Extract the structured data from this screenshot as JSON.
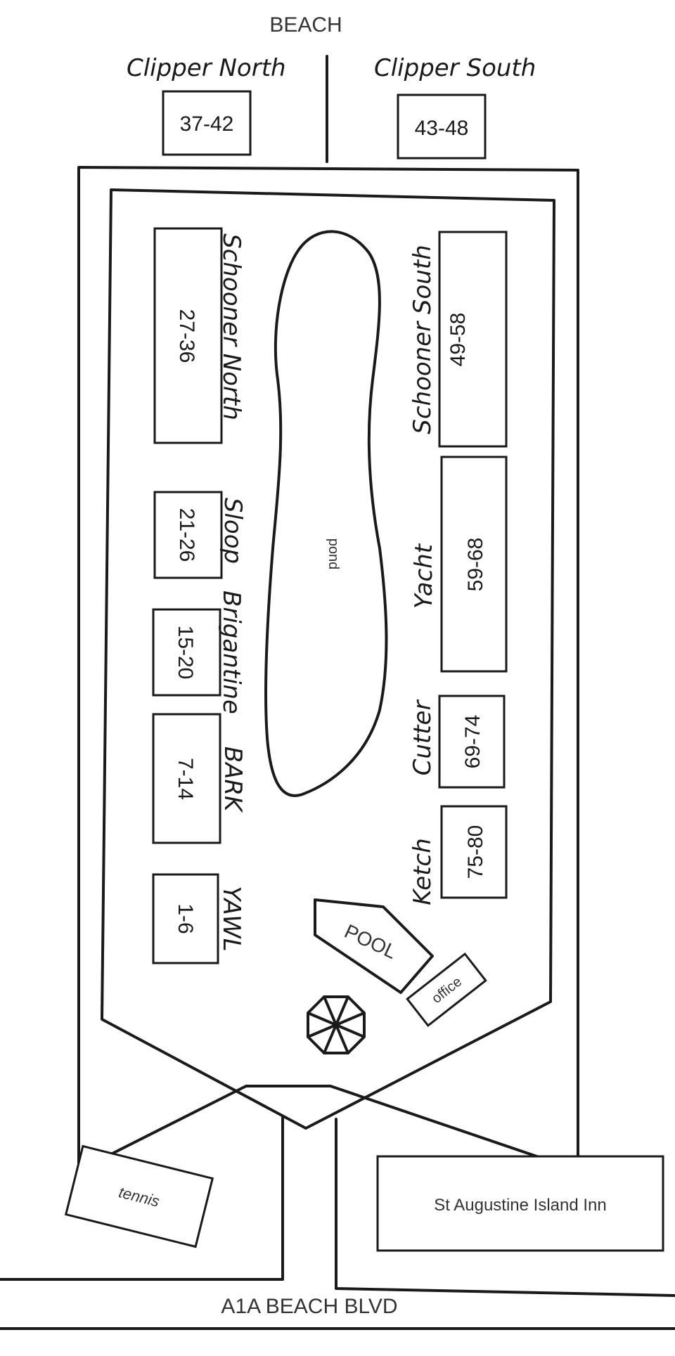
{
  "top_label": "BEACH",
  "bottom_label": "A1A BEACH BLVD",
  "buildings": {
    "clipper_north": {
      "name": "Clipper North",
      "units": "37-42"
    },
    "clipper_south": {
      "name": "Clipper South",
      "units": "43-48"
    },
    "schooner_north": {
      "name": "Schooner North",
      "units": "27-36"
    },
    "schooner_south": {
      "name": "Schooner South",
      "units": "49-58"
    },
    "sloop": {
      "name": "Sloop",
      "units": "21-26"
    },
    "brigantine": {
      "name": "Brigantine",
      "units": "15-20"
    },
    "bark": {
      "name": "BARK",
      "units": "7-14"
    },
    "yawl": {
      "name": "YAWL",
      "units": "1-6"
    },
    "yacht": {
      "name": "Yacht",
      "units": "59-68"
    },
    "cutter": {
      "name": "Cutter",
      "units": "69-74"
    },
    "ketch": {
      "name": "Ketch",
      "units": "75-80"
    }
  },
  "features": {
    "pond": "pond",
    "pool": "POOL",
    "office": "office",
    "tennis": "tennis",
    "inn": "St Augustine Island Inn"
  },
  "icons": [
    "gazebo-icon"
  ]
}
